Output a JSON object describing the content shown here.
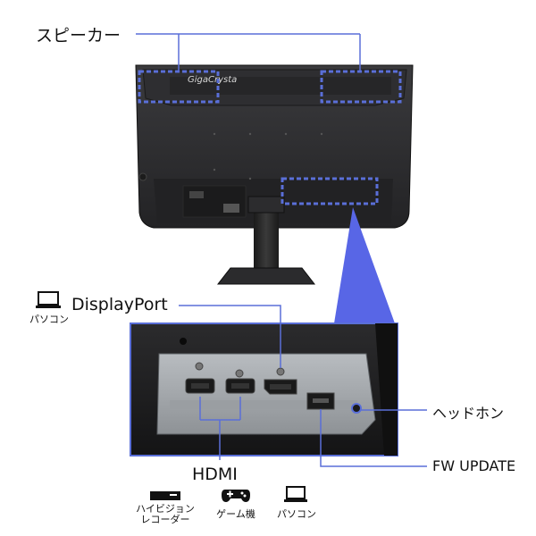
{
  "labels": {
    "speaker": "スピーカー",
    "displayport": "DisplayPort",
    "pc": "パソコン",
    "headphone": "ヘッドホン",
    "fw_update": "FW UPDATE",
    "hdmi": "HDMI",
    "hdmi_devices": [
      {
        "icon": "blu-ray-recorder-icon",
        "label_line1": "ハイビジョン",
        "label_line2": "レコーダー"
      },
      {
        "icon": "game-controller-icon",
        "label_line1": "ゲーム機",
        "label_line2": ""
      },
      {
        "icon": "laptop-icon",
        "label_line1": "パソコン",
        "label_line2": ""
      }
    ]
  },
  "monitor": {
    "logo_text": "GigaCrysta"
  },
  "colors": {
    "callout_line": "#5a6fd8",
    "callout_fill": "#5866e6",
    "monitor_body": "#2a2a2c"
  }
}
